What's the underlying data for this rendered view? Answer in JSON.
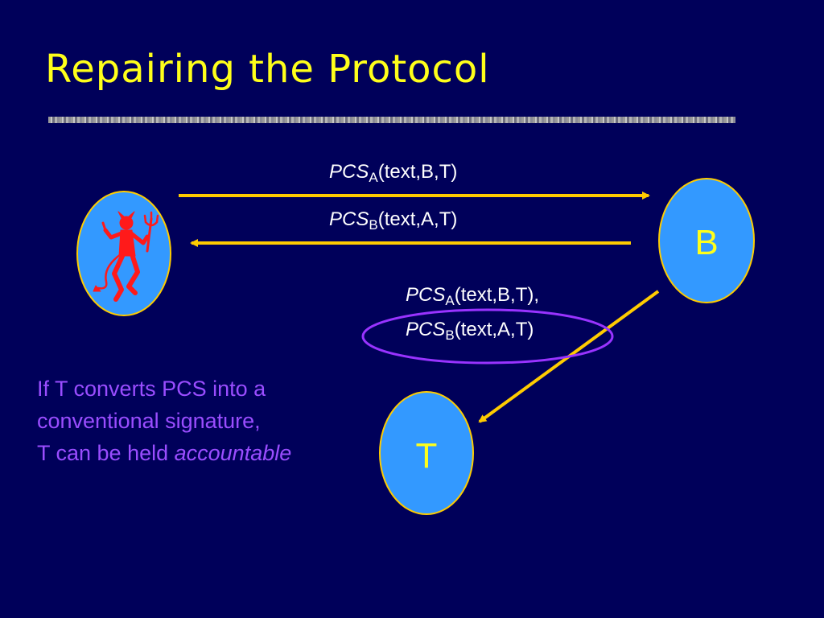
{
  "slide": {
    "title": "Repairing the Protocol",
    "colors": {
      "background": "#00005a",
      "title": "#ffff1a",
      "arrow": "#ffcc00",
      "node_fill": "#3399ff",
      "node_stroke": "#ffcc00",
      "devil": "#ff1a1a",
      "highlight_ellipse": "#9933ff",
      "note_text": "#9a4dff"
    }
  },
  "nodes": {
    "adversary_icon": "devil-figure",
    "b_label": "B",
    "t_label": "T"
  },
  "messages": {
    "a_to_b": {
      "pcs": "PCS",
      "sub": "A",
      "args": "(text,B,T)"
    },
    "b_to_a": {
      "pcs": "PCS",
      "sub": "B",
      "args": "(text,A,T)"
    },
    "b_to_t_line1": {
      "pcs": "PCS",
      "sub": "A",
      "args": "(text,B,T),"
    },
    "b_to_t_line2": {
      "pcs": "PCS",
      "sub": "B",
      "args": "(text,A,T)"
    }
  },
  "note": {
    "line1": "If T converts PCS into a",
    "line2": "conventional signature,",
    "line3_prefix": "T can be held ",
    "line3_emphasis": "accountable"
  }
}
